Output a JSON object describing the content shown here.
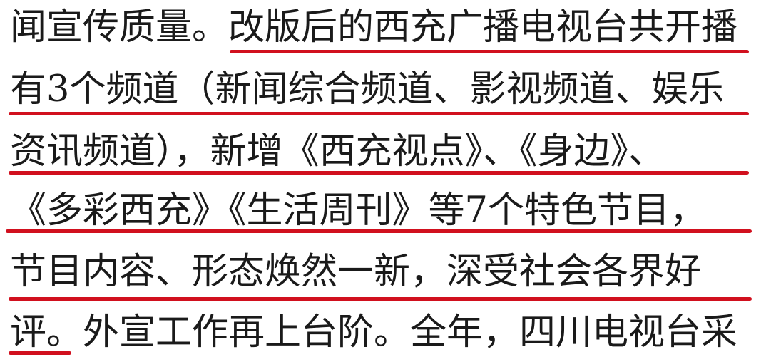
{
  "document": {
    "lines": [
      {
        "text": "闻宣传质量。改版后的西充广播电视台共开播"
      },
      {
        "text": "有3个频道（新闻综合频道、影视频道、娱乐"
      },
      {
        "text": "资讯频道），新增《西充视点》、《身边》、"
      },
      {
        "text": "《多彩西充》《生活周刊》等7个特色节目，"
      },
      {
        "text": "节目内容、形态焕然一新，深受社会各界好"
      },
      {
        "text": "评。外宣工作再上台阶。全年，四川电视台采"
      }
    ]
  },
  "colors": {
    "text": "#1a1a1a",
    "underline": "#d1101e",
    "background": "#ffffff"
  }
}
